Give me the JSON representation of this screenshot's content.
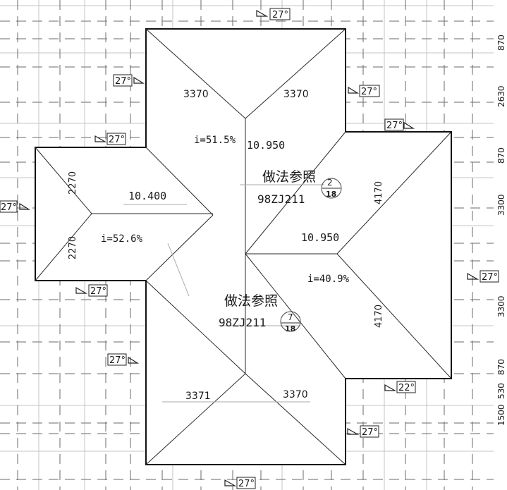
{
  "slope_labels": {
    "top": "27°",
    "top_left_upper": "27°",
    "top_right_upper": "27°",
    "right_mid_upper": "27°",
    "left_wing_upper": "27°",
    "left_far": "27°",
    "left_wing_lower": "27°",
    "right_mid_lower": "27°",
    "left_lower": "27°",
    "right_lower_22": "22°",
    "bottom_right": "27°",
    "bottom": "27°"
  },
  "dimensions": {
    "upper_left_run": "3370",
    "upper_right_run": "3370",
    "lower_left_run": "3371",
    "lower_right_run": "3370",
    "wing_upper": "2270",
    "wing_lower": "2270",
    "right_wing_upper": "4170",
    "right_wing_lower": "4170"
  },
  "elevations": {
    "upper_ridge": "10.950",
    "left_wing_ridge": "10.400",
    "right_wing_ridge": "10.950"
  },
  "slopes": {
    "upper": "i=51.5%",
    "left_wing": "i=52.6%",
    "right_wing": "i=40.9%"
  },
  "references": {
    "ref_upper": {
      "title": "做法参照",
      "code": "98ZJ211",
      "num": "2",
      "den": "18"
    },
    "ref_lower": {
      "title": "做法参照",
      "code": "98ZJ211",
      "num": "7",
      "den": "18"
    }
  },
  "right_axis": [
    "870",
    "2630",
    "870",
    "3300",
    "3300",
    "870",
    "530",
    "1500"
  ]
}
